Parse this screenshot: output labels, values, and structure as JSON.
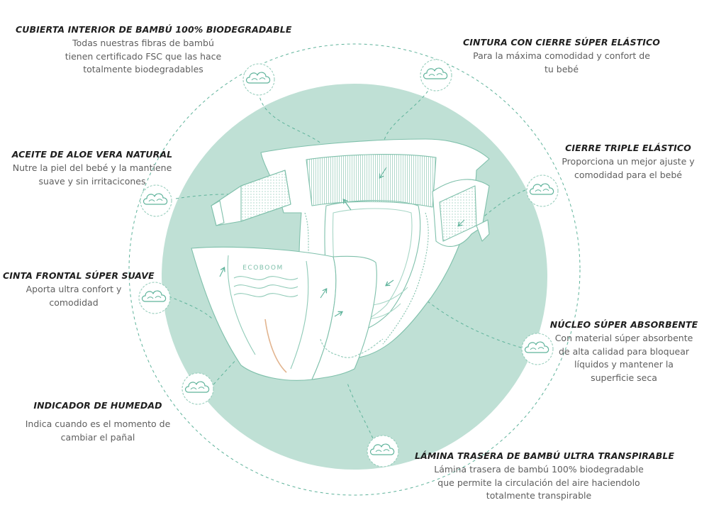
{
  "colors": {
    "circle_fill": "#bfe0d5",
    "accent": "#5fb39b",
    "outline": "#8fcab7",
    "title_text": "#1f1f1f",
    "body_text": "#5e5e5e"
  },
  "brand": {
    "logo_text": "ECOBOOM"
  },
  "icons": [
    "cloud-icon"
  ],
  "features": [
    {
      "id": "bamboo-inner-cover",
      "title": "CUBIERTA INTERIOR DE BAMBÚ 100% BIODEGRADABLE",
      "desc_lines": [
        "Todas nuestras fibras de bambú",
        "tienen certificado FSC que las hace",
        "totalmente biodegradables"
      ]
    },
    {
      "id": "elastic-waist",
      "title": "CINTURA CON CIERRE SÚPER ELÁSTICO",
      "desc_lines": [
        "Para la máxima comodidad y confort de",
        "tu bebé"
      ]
    },
    {
      "id": "aloe-vera-oil",
      "title": "ACEITE DE ALOE VERA NATURAL",
      "desc_lines": [
        "Nutre la piel del bebé y la mantiene",
        "suave y sin irritacicones"
      ]
    },
    {
      "id": "triple-elastic",
      "title": "CIERRE TRIPLE ELÁSTICO",
      "desc_lines": [
        "Proporciona un mejor ajuste y",
        "comodidad para el bebé"
      ]
    },
    {
      "id": "soft-front-tape",
      "title": "CINTA FRONTAL SÚPER SUAVE",
      "desc_lines": [
        "Aporta ultra confort y",
        "comodidad"
      ]
    },
    {
      "id": "absorbent-core",
      "title": "NÚCLEO SÚPER ABSORBENTE",
      "desc_lines": [
        "Con material súper absorbente",
        "de alta calidad para bloquear",
        "líquidos y mantener la",
        "superficie seca"
      ]
    },
    {
      "id": "wetness-indicator",
      "title": "INDICADOR DE HUMEDAD",
      "desc_lines": [
        "Indica cuando es el momento de",
        "cambiar el pañal"
      ]
    },
    {
      "id": "breathable-backsheet",
      "title": "LÁMINA TRASERA DE BAMBÚ ULTRA TRANSPIRABLE",
      "desc_lines": [
        "Lámina trasera de bambú 100% biodegradable",
        "que permite la circulación del aire haciendolo",
        "totalmente transpirable"
      ]
    }
  ]
}
